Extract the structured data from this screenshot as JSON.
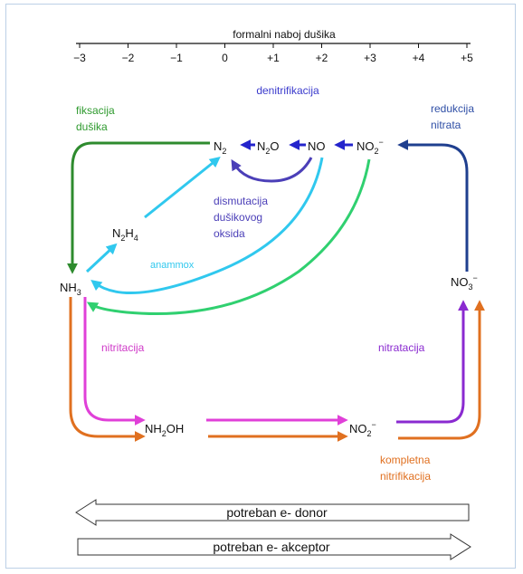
{
  "axis": {
    "title": "formalni naboj dušika",
    "ticks": [
      "−3",
      "−2",
      "−1",
      "0",
      "+1",
      "+2",
      "+3",
      "+4",
      "+5"
    ]
  },
  "species": {
    "n2": {
      "main": "N",
      "sub": "2",
      "sup": ""
    },
    "n2o": {
      "main": "N",
      "sub": "2",
      "main2": "O"
    },
    "no": {
      "main": "NO"
    },
    "no2_top": {
      "main": "NO",
      "sub": "2",
      "sup": "−"
    },
    "n2h4": {
      "main": "N",
      "sub": "2",
      "main2": "H",
      "sub2": "4"
    },
    "nh3": {
      "main": "NH",
      "sub": "3"
    },
    "no3": {
      "main": "NO",
      "sub": "3",
      "sup": "−"
    },
    "nh2oh": {
      "main": "NH",
      "sub": "2",
      "main2": "OH"
    },
    "no2_bottom": {
      "main": "NO",
      "sub": "2",
      "sup": "−"
    }
  },
  "labels": {
    "fiksacija_1": "fiksacija",
    "fiksacija_2": "dušika",
    "denitrifikacija": "denitrifikacija",
    "redukcija_1": "redukcija",
    "redukcija_2": "nitrata",
    "dismutacija_1": "dismutacija",
    "dismutacija_2": "dušikovog",
    "dismutacija_3": "oksida",
    "anammox": "anammox",
    "nitritacija": "nitritacija",
    "nitratacija": "nitratacija",
    "kompletna_1": "kompletna",
    "kompletna_2": "nitrifikacija"
  },
  "bars": {
    "donor": "potreban e- donor",
    "acceptor": "potreban e- akceptor"
  },
  "colors": {
    "fixation": "#2e8b2e",
    "denitrification": "#2424cc",
    "reduction": "#1f3f8f",
    "dismutation": "#4b3fb8",
    "anammox": "#30c8ee",
    "nitrite_return": "#30d070",
    "nitritation": "#e040d8",
    "nitratation": "#8a2ad0",
    "complete": "#e07020"
  }
}
